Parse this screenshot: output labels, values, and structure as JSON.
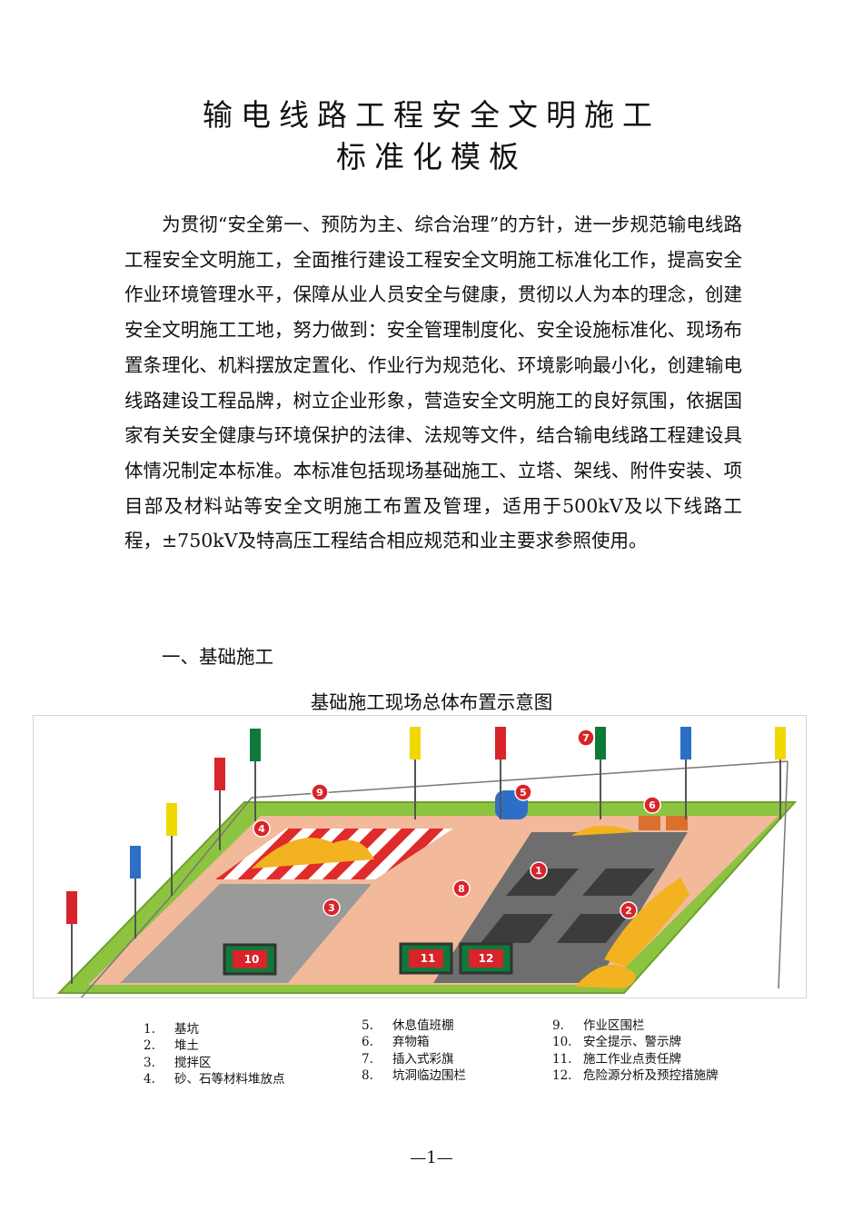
{
  "title_line1": "输电线路工程安全文明施工",
  "title_line2": "标准化模板",
  "paragraph": "为贯彻“安全第一、预防为主、综合治理”的方针，进一步规范输电线路工程安全文明施工，全面推行建设工程安全文明施工标准化工作，提高安全作业环境管理水平，保障从业人员安全与健康，贯彻以人为本的理念，创建安全文明施工工地，努力做到：安全管理制度化、安全设施标准化、现场布置条理化、机料摆放定置化、作业行为规范化、环境影响最小化，创建输电线路建设工程品牌，树立企业形象，营造安全文明施工的良好氛围，依据国家有关安全健康与环境保护的法律、法规等文件，结合输电线路工程建设具体情况制定本标准。本标准包括现场基础施工、立塔、架线、附件安装、项目部及材料站等安全文明施工布置及管理，适用于500kV及以下线路工程，±750kV及特高压工程结合相应规范和业主要求参照使用。",
  "section_heading": "一、基础施工",
  "figure_caption": "基础施工现场总体布置示意图",
  "figure_markers": [
    "1",
    "2",
    "3",
    "4",
    "5",
    "6",
    "7",
    "8",
    "9",
    "10",
    "11",
    "12"
  ],
  "legend_col1": [
    {
      "num": "1.",
      "text": "基坑"
    },
    {
      "num": "2.",
      "text": "堆土"
    },
    {
      "num": "3.",
      "text": "搅拌区"
    },
    {
      "num": "4.",
      "text": "砂、石等材料堆放点"
    }
  ],
  "legend_col2": [
    {
      "num": "5.",
      "text": "休息值班棚"
    },
    {
      "num": "6.",
      "text": "弃物箱"
    },
    {
      "num": "7.",
      "text": "插入式彩旗"
    },
    {
      "num": "8.",
      "text": "坑洞临边围栏"
    }
  ],
  "legend_col3": [
    {
      "num": "9.",
      "text": "作业区围栏"
    },
    {
      "num": "10.",
      "text": "安全提示、警示牌"
    },
    {
      "num": "11.",
      "text": "施工作业点责任牌"
    },
    {
      "num": "12.",
      "text": "危险源分析及预控措施牌"
    }
  ],
  "page_number": "—1—",
  "colors": {
    "grass": "#8cc43f",
    "ground": "#f2b99b",
    "mixing": "#9a9a9a",
    "pit_area": "#6e6e6e",
    "sand": "#f3b21f",
    "stripe_red": "#e02b2b",
    "marker": "#d8242a",
    "sign_green": "#0e7a3a",
    "shed_blue": "#2d6fc7"
  }
}
